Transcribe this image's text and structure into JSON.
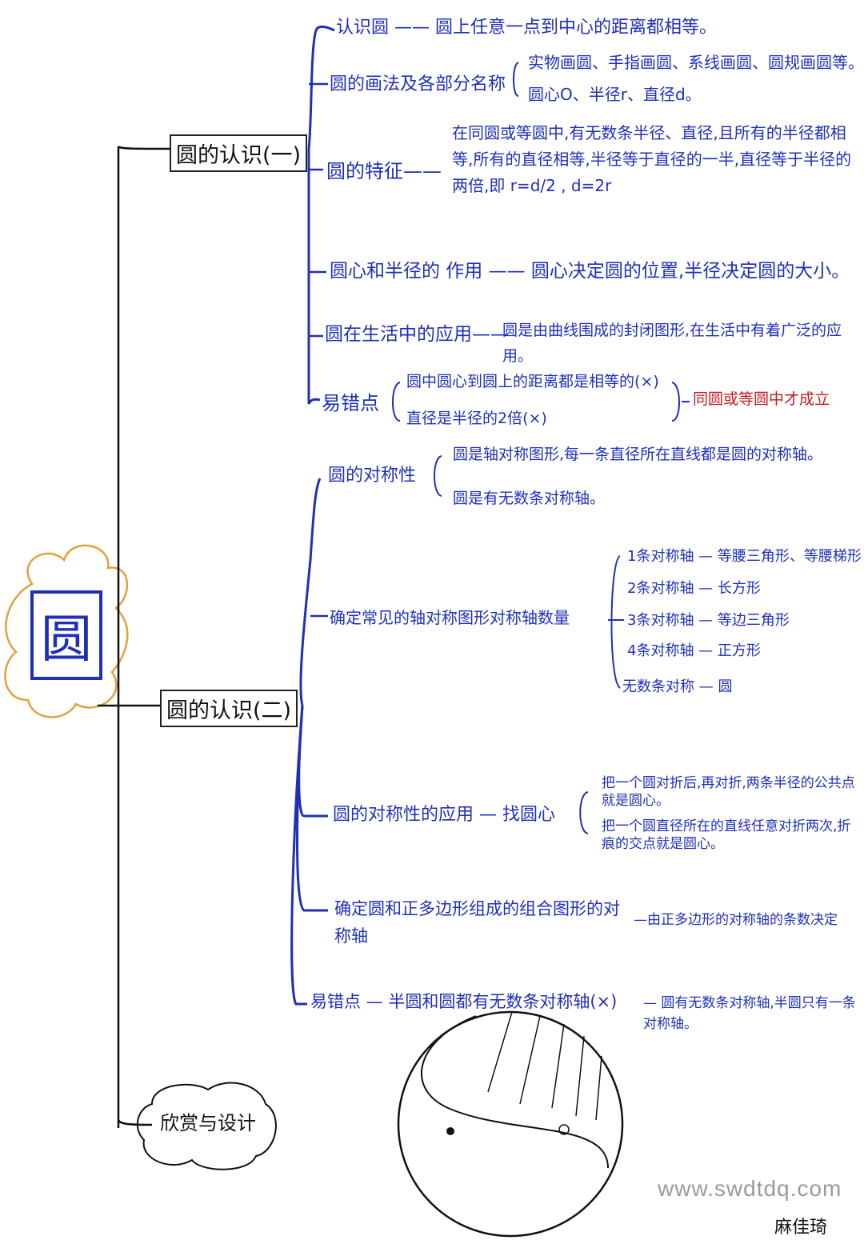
{
  "root": "圆",
  "branch1": {
    "title": "圆的认识(一)",
    "items": {
      "renshi": "认识圆 —— 圆上任意一点到中心的距离都相等。",
      "huafa": "圆的画法及各部分名称",
      "huafa_1": "实物画圆、手指画圆、系线画圆、圆规画圆等。",
      "huafa_2": "圆心O、半径r、直径d。",
      "tezheng": "圆的特征——",
      "tezheng_desc": "在同圆或等圆中,有无数条半径、直径,且所有的半径都相等,所有的直径相等,半径等于直径的一半,直径等于半径的两倍,即 r=d/2 , d=2r",
      "zuoyong": "圆心和半径的 作用 —— 圆心决定圆的位置,半径决定圆的大小。",
      "yingyong": "圆在生活中的应用——",
      "yingyong_desc": "圆是由曲线围成的封闭图形,在生活中有着广泛的应用。",
      "yicuo": "易错点",
      "yicuo_1": "圆中圆心到圆上的距离都是相等的(×)",
      "yicuo_2": "直径是半径的2倍(×)",
      "yicuo_note": "同圆或等圆中才成立"
    }
  },
  "branch2": {
    "title": "圆的认识(二)",
    "items": {
      "duichen": "圆的对称性",
      "duichen_1": "圆是轴对称图形,每一条直径所在直线都是圆的对称轴。",
      "duichen_2": "圆是有无数条对称轴。",
      "shuliang": "确定常见的轴对称图形对称轴数量",
      "shuliang_1": "1条对称轴 — 等腰三角形、等腰梯形",
      "shuliang_2": "2条对称轴 — 长方形",
      "shuliang_3": "3条对称轴 — 等边三角形",
      "shuliang_4": "4条对称轴 — 正方形",
      "shuliang_5": "无数条对称 — 圆",
      "zhaoyuanxin": "圆的对称性的应用 — 找圆心",
      "zhaoyuanxin_1": "把一个圆对折后,再对折,两条半径的公共点就是圆心。",
      "zhaoyuanxin_2": "把一个圆直径所在的直线任意对折两次,折痕的交点就是圆心。",
      "zuhe": "确定圆和正多边形组成的组合图形的对称轴",
      "zuhe_desc": "—由正多边形的对称轴的条数决定",
      "yicuo": "易错点 — 半圆和圆都有无数条对称轴(×)",
      "yicuo_desc": "— 圆有无数条对称轴,半圆只有一条对称轴。"
    }
  },
  "branch3": {
    "title": "欣赏与设计"
  },
  "watermark": "www.swdtdq.com",
  "author": "麻佳琦",
  "colors": {
    "ink_blue": "#1f2fb8",
    "ink_black": "#111111",
    "ink_red": "#c41a1a",
    "cloud_orange": "#e0a23a"
  }
}
